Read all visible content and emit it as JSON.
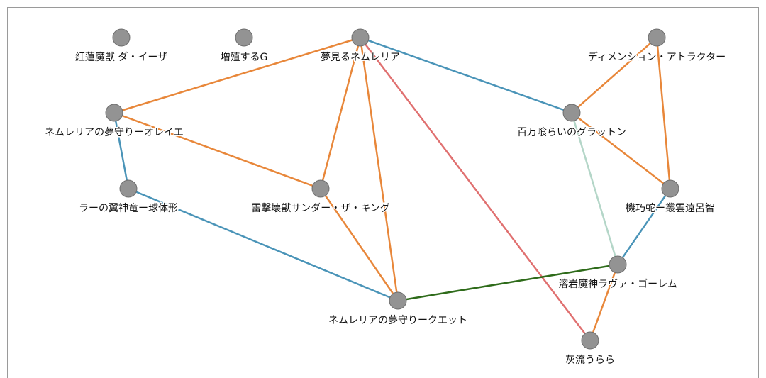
{
  "colors": {
    "orange": "#e8873a",
    "blue": "#4a94b8",
    "red": "#e07070",
    "green": "#2e6b1a",
    "lightgreen": "#b4d6c8",
    "node": "#939393"
  },
  "nodes": [
    {
      "id": "daiza",
      "label": "紅蓮魔獣 ダ・イーザ"
    },
    {
      "id": "zoshoku",
      "label": "増殖するG"
    },
    {
      "id": "nemuleria",
      "label": "夢見るネムレリア"
    },
    {
      "id": "dimension",
      "label": "ディメンション・アトラクター"
    },
    {
      "id": "oreiye",
      "label": "ネムレリアの夢守りーオレイエ"
    },
    {
      "id": "glutton",
      "label": "百万喰らいのグラットン"
    },
    {
      "id": "ra",
      "label": "ラーの翼神竜ー球体形"
    },
    {
      "id": "thunder",
      "label": "雷撃壊獣サンダー・ザ・キング"
    },
    {
      "id": "kikoda",
      "label": "機巧蛇ー叢雲遠呂智"
    },
    {
      "id": "lava",
      "label": "溶岩魔神ラヴァ・ゴーレム"
    },
    {
      "id": "quetet",
      "label": "ネムレリアの夢守りークエット"
    },
    {
      "id": "haiuru",
      "label": "灰流うらら"
    }
  ],
  "edges": [
    {
      "source": "nemuleria",
      "target": "oreiye",
      "color": "orange"
    },
    {
      "source": "nemuleria",
      "target": "glutton",
      "color": "blue"
    },
    {
      "source": "nemuleria",
      "target": "thunder",
      "color": "orange"
    },
    {
      "source": "nemuleria",
      "target": "quetet",
      "color": "orange"
    },
    {
      "source": "nemuleria",
      "target": "haiuru",
      "color": "red"
    },
    {
      "source": "dimension",
      "target": "glutton",
      "color": "orange"
    },
    {
      "source": "dimension",
      "target": "kikoda",
      "color": "orange"
    },
    {
      "source": "oreiye",
      "target": "ra",
      "color": "blue"
    },
    {
      "source": "oreiye",
      "target": "thunder",
      "color": "orange"
    },
    {
      "source": "glutton",
      "target": "kikoda",
      "color": "orange"
    },
    {
      "source": "glutton",
      "target": "lava",
      "color": "lightgreen"
    },
    {
      "source": "ra",
      "target": "quetet",
      "color": "blue"
    },
    {
      "source": "thunder",
      "target": "quetet",
      "color": "orange"
    },
    {
      "source": "kikoda",
      "target": "lava",
      "color": "blue"
    },
    {
      "source": "lava",
      "target": "quetet",
      "color": "green"
    },
    {
      "source": "lava",
      "target": "haiuru",
      "color": "orange"
    }
  ]
}
